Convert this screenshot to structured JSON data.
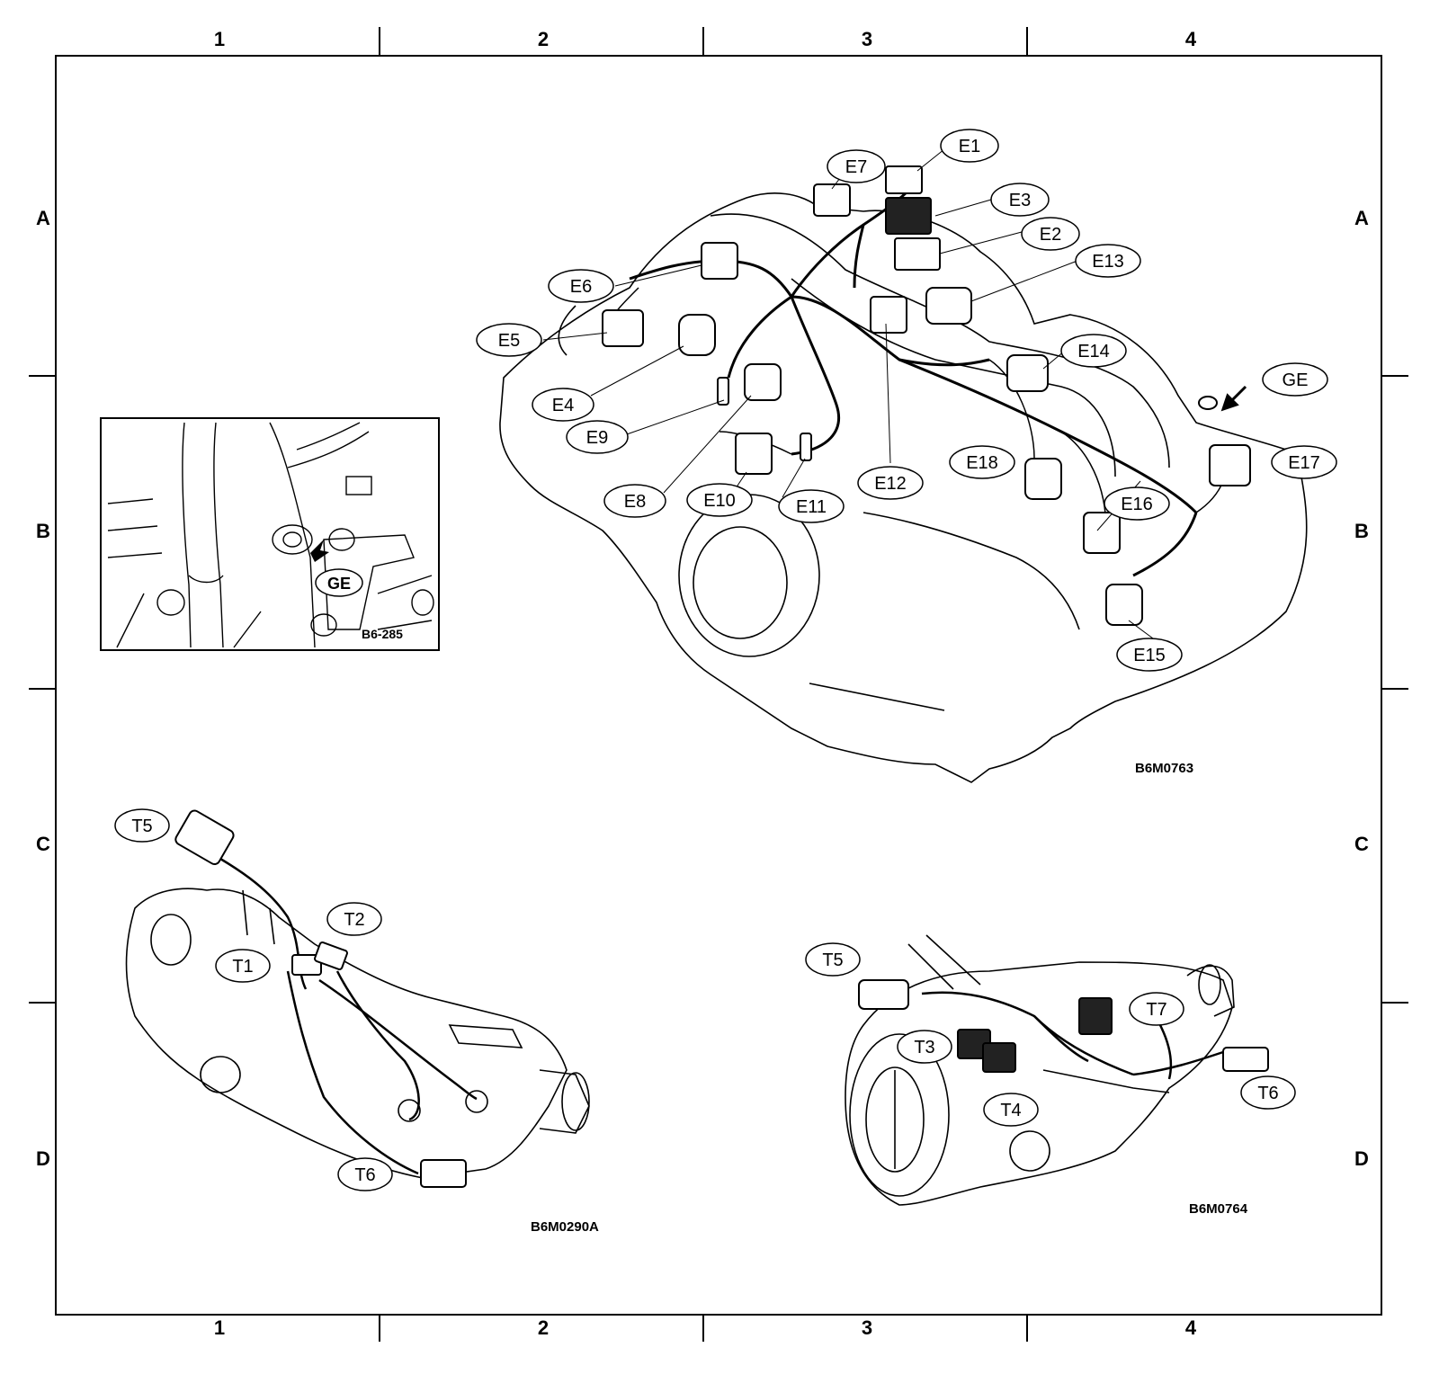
{
  "grid": {
    "columns": [
      "1",
      "2",
      "3",
      "4"
    ],
    "rows": [
      "A",
      "B",
      "C",
      "D"
    ]
  },
  "figures": {
    "engine_id": "B6M0763",
    "inset_id": "B6-285",
    "transmission_left_id": "B6M0290A",
    "transmission_right_id": "B6M0764"
  },
  "engine_connectors": [
    {
      "label": "E1"
    },
    {
      "label": "E2"
    },
    {
      "label": "E3"
    },
    {
      "label": "E4"
    },
    {
      "label": "E5"
    },
    {
      "label": "E6"
    },
    {
      "label": "E7"
    },
    {
      "label": "E8"
    },
    {
      "label": "E9"
    },
    {
      "label": "E10"
    },
    {
      "label": "E11"
    },
    {
      "label": "E12"
    },
    {
      "label": "E13"
    },
    {
      "label": "E14"
    },
    {
      "label": "E15"
    },
    {
      "label": "E16"
    },
    {
      "label": "E17"
    },
    {
      "label": "E18"
    },
    {
      "label": "GE"
    }
  ],
  "inset_labels": [
    {
      "label": "GE"
    }
  ],
  "transmission_left_connectors": [
    {
      "label": "T1"
    },
    {
      "label": "T2"
    },
    {
      "label": "T5"
    },
    {
      "label": "T6"
    }
  ],
  "transmission_right_connectors": [
    {
      "label": "T3"
    },
    {
      "label": "T4"
    },
    {
      "label": "T5"
    },
    {
      "label": "T6"
    },
    {
      "label": "T7"
    }
  ]
}
